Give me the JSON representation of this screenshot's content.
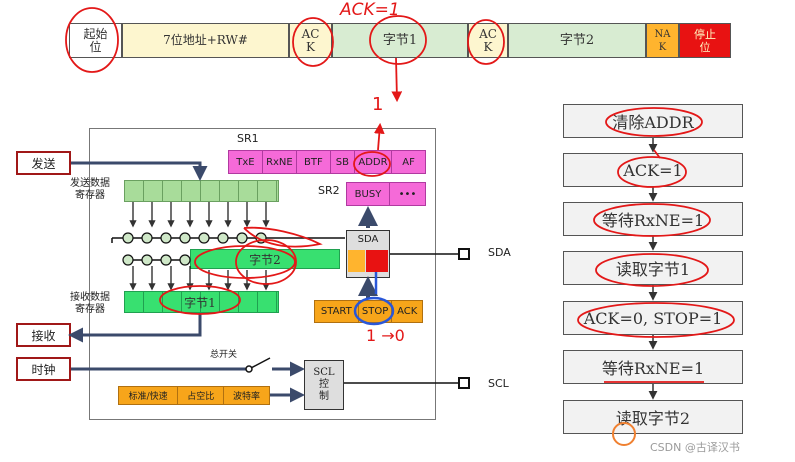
{
  "annotation_top": "ACK=1",
  "frame": {
    "start": "起始\n位",
    "addr": "7位地址+RW#",
    "ack1": "AC\nK",
    "byte1": "字节1",
    "ack2": "AC\nK",
    "byte2": "字节2",
    "nak": "NA\nK",
    "stop": "停止\n位"
  },
  "diagram": {
    "sr1_label": "SR1",
    "sr1_bits": [
      "TxE",
      "RxNE",
      "BTF",
      "SB",
      "ADDR",
      "AF"
    ],
    "sr2_label": "SR2",
    "sr2_bits": [
      "BUSY",
      "•••"
    ],
    "send_label": "发送",
    "tx_reg_label": "发送数据\n寄存器",
    "rx_reg_label": "接收数据\n寄存器",
    "recv_label": "接收",
    "clock_label": "时钟",
    "main_switch_label": "总开关",
    "shift_byte": "字节2",
    "rx_byte": "字节1",
    "sda_box": "SDA",
    "sda_pin": "SDA",
    "scl_pin": "SCL",
    "scl_ctrl": "SCL\n控\n制",
    "ctrl_bits": [
      "START",
      "STOP",
      "ACK"
    ],
    "clk_bits": [
      "标准/快速",
      "占空比",
      "波特率"
    ],
    "hand_one": "1",
    "hand_stop": "1 →0"
  },
  "flow_steps": [
    "清除ADDR",
    "ACK=1",
    "等待RxNE=1",
    "读取字节1",
    "ACK=0, STOP=1",
    "等待RxNE=1",
    "读取字节2"
  ],
  "watermark": "CSDN @古译汉书",
  "colors": {
    "frame_yellow": "#fdf6cf",
    "frame_green": "#d8ecd2",
    "nak_orange": "#ffb42e",
    "stop_red": "#e81212",
    "sr_pink": "#f56ad8",
    "reg_green": "#a8dc9a",
    "bright_green": "#38e070",
    "ctrl_orange": "#f7a51a",
    "annotation_red": "#e31818",
    "pin_blue": "#2a57d8"
  }
}
